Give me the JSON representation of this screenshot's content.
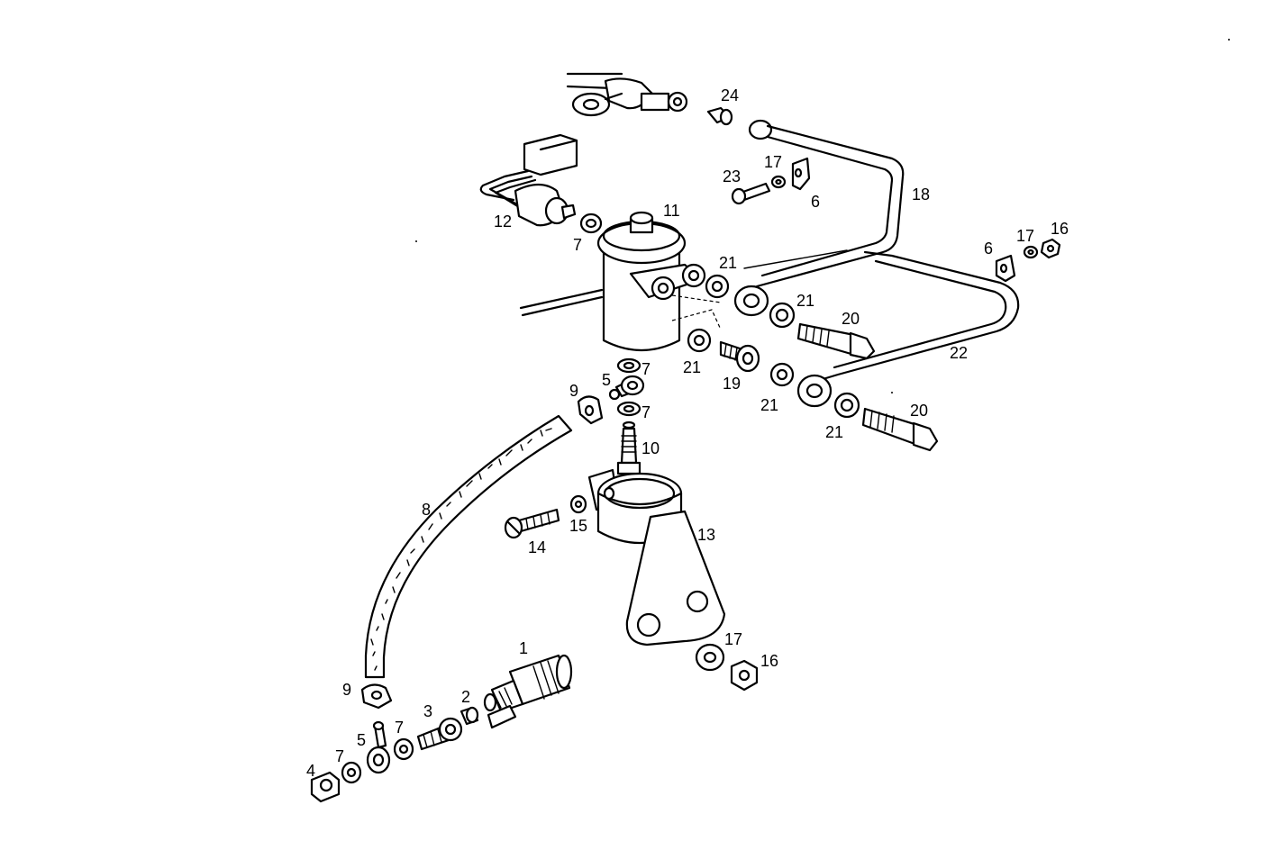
{
  "diagram": {
    "callouts": [
      {
        "id": "c24",
        "text": "24"
      },
      {
        "id": "c23",
        "text": "23"
      },
      {
        "id": "c17a",
        "text": "17"
      },
      {
        "id": "c6a",
        "text": "6"
      },
      {
        "id": "c18",
        "text": "18"
      },
      {
        "id": "c11",
        "text": "11"
      },
      {
        "id": "c12",
        "text": "12"
      },
      {
        "id": "c7a",
        "text": "7"
      },
      {
        "id": "c6b",
        "text": "6"
      },
      {
        "id": "c17b",
        "text": "17"
      },
      {
        "id": "c16a",
        "text": "16"
      },
      {
        "id": "c21a",
        "text": "21"
      },
      {
        "id": "c21b",
        "text": "21"
      },
      {
        "id": "c20a",
        "text": "20"
      },
      {
        "id": "c22",
        "text": "22"
      },
      {
        "id": "c21c",
        "text": "21"
      },
      {
        "id": "c19",
        "text": "19"
      },
      {
        "id": "c21d",
        "text": "21"
      },
      {
        "id": "c21e",
        "text": "21"
      },
      {
        "id": "c20b",
        "text": "20"
      },
      {
        "id": "c5a",
        "text": "5"
      },
      {
        "id": "c7b",
        "text": "7"
      },
      {
        "id": "c7c",
        "text": "7"
      },
      {
        "id": "c9a",
        "text": "9"
      },
      {
        "id": "c10",
        "text": "10"
      },
      {
        "id": "c8",
        "text": "8"
      },
      {
        "id": "c15",
        "text": "15"
      },
      {
        "id": "c14",
        "text": "14"
      },
      {
        "id": "c13",
        "text": "13"
      },
      {
        "id": "c17c",
        "text": "17"
      },
      {
        "id": "c16b",
        "text": "16"
      },
      {
        "id": "c1",
        "text": "1"
      },
      {
        "id": "c2",
        "text": "2"
      },
      {
        "id": "c3",
        "text": "3"
      },
      {
        "id": "c7d",
        "text": "7"
      },
      {
        "id": "c9b",
        "text": "9"
      },
      {
        "id": "c5b",
        "text": "5"
      },
      {
        "id": "c7e",
        "text": "7"
      },
      {
        "id": "c4",
        "text": "4"
      }
    ]
  }
}
